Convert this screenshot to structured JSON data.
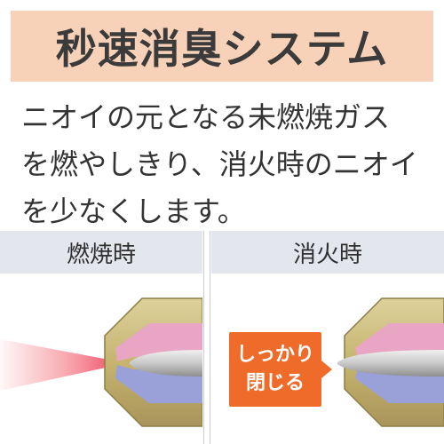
{
  "title": "秒速消臭システム",
  "description": {
    "lines": [
      "ニオイの元となる未燃焼ガス",
      "を燃やしきり、消火時のニオイ",
      "を少なくします。"
    ]
  },
  "panels": {
    "burning": {
      "label": "燃焼時"
    },
    "extinguishing": {
      "label": "消火時",
      "callout_lines": [
        "しっかり",
        "閉じる"
      ]
    }
  },
  "colors": {
    "banner": "#f8d2b8",
    "panel_header": "#e4e6ee",
    "callout": "#ee6b2a",
    "flame": "#f26d78",
    "nozzle_gold": "#c8b677",
    "nozzle_pink": "#e8a6c4",
    "nozzle_blue": "#9aa0d8"
  }
}
